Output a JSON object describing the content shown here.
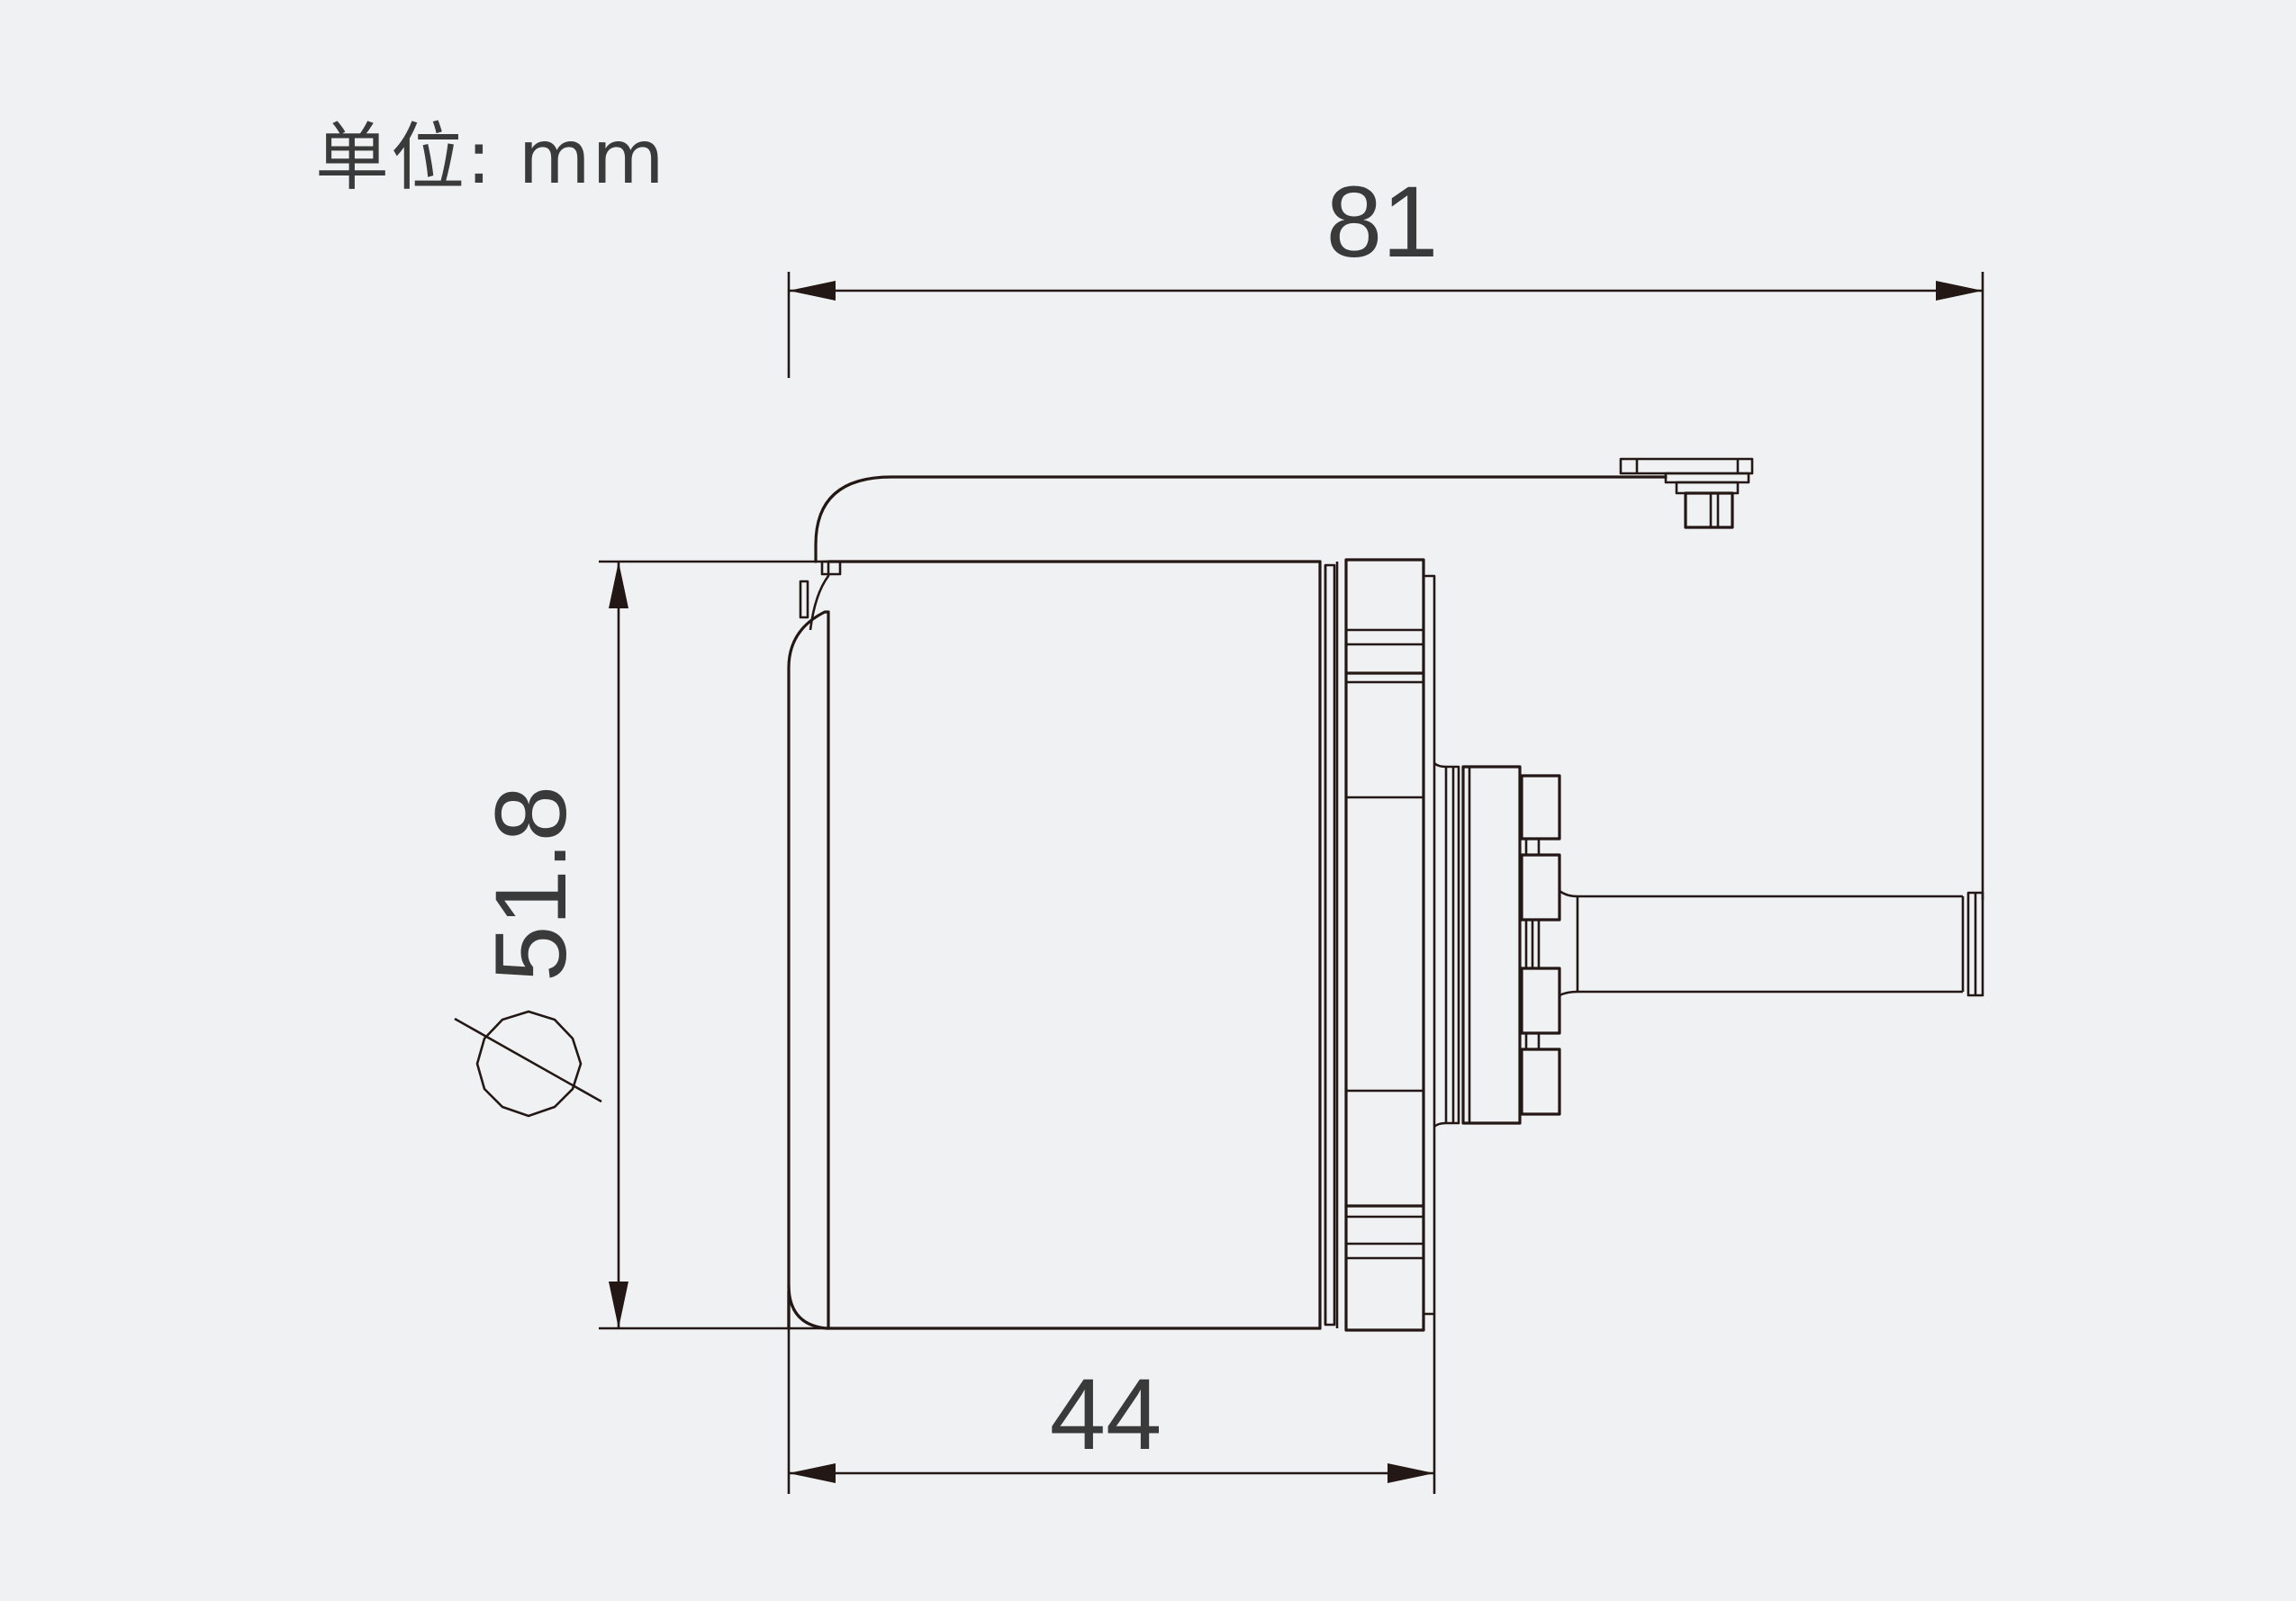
{
  "units": {
    "label": "单位: mm"
  },
  "dimensions": {
    "overall_length": "81",
    "body_length": "44",
    "diameter": "51.8"
  }
}
